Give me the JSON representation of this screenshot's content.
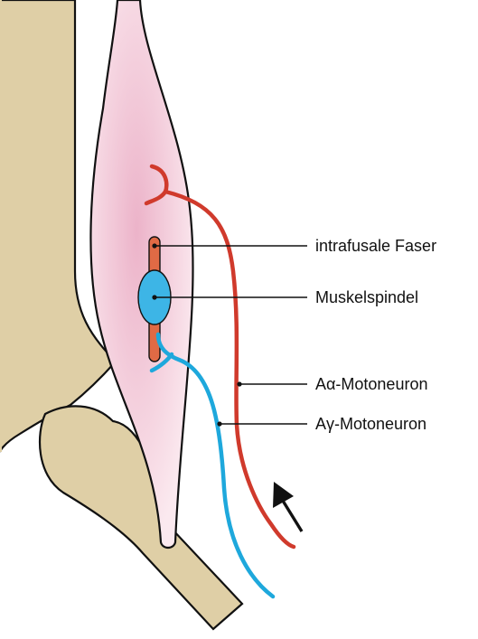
{
  "labels": {
    "intrafusal": "intrafusale Faser",
    "spindle": "Muskelspindel",
    "alpha": "Aα-Motoneuron",
    "gamma": "Aγ-Motoneuron"
  },
  "colors": {
    "bone_fill": "#dfcfa6",
    "bone_stroke": "#111111",
    "muscle_light": "#fbe9ef",
    "muscle_dark": "#ecb3c9",
    "alpha_nerve": "#d03a2c",
    "gamma_nerve": "#1ea8dc",
    "spindle_fill": "#3db5e6",
    "intrafusal_fiber": "#e06a45",
    "arrow": "#111111"
  },
  "icons": {
    "direction": "arrow-up-left-icon"
  }
}
